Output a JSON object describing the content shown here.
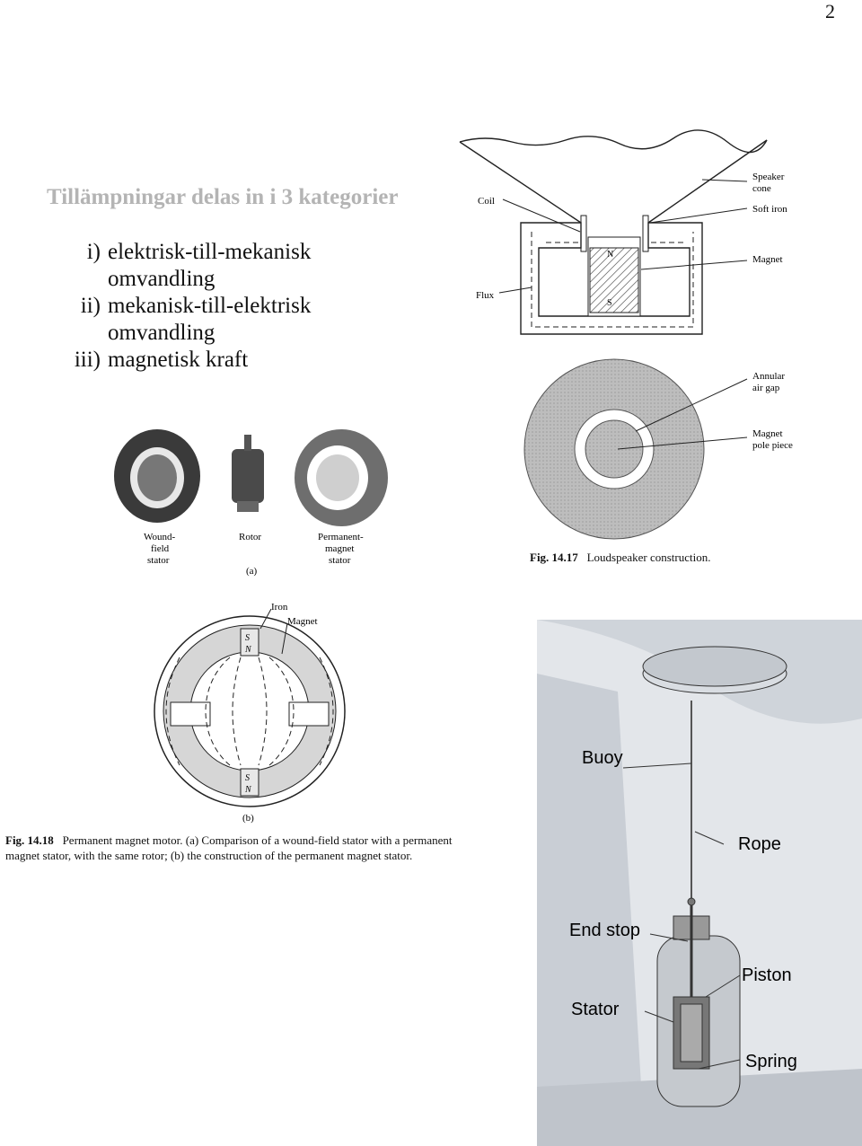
{
  "page": {
    "number": "2"
  },
  "heading": "Tillämpningar delas in i 3 kategorier",
  "categories": [
    {
      "num": "i)",
      "lines": [
        "elektrisk-till-mekanisk",
        "omvandling"
      ]
    },
    {
      "num": "ii)",
      "lines": [
        "mekanisk-till-elektrisk",
        "omvandling"
      ]
    },
    {
      "num": "iii)",
      "lines": [
        "magnetisk kraft"
      ]
    }
  ],
  "loudspeaker": {
    "labels": {
      "speaker_cone": [
        "Speaker",
        "cone"
      ],
      "soft_iron": "Soft iron",
      "coil": "Coil",
      "magnet": "Magnet",
      "flux": "Flux",
      "north": "N",
      "south": "S",
      "annular_air_gap": [
        "Annular",
        "air gap"
      ],
      "magnet_pole_piece": [
        "Magnet",
        "pole piece"
      ]
    },
    "caption": {
      "fig": "Fig. 14.17",
      "text": "Loudspeaker construction."
    }
  },
  "motor": {
    "photo_labels": {
      "wound_field_stator": [
        "Wound-",
        "field",
        "stator"
      ],
      "rotor": "Rotor",
      "pm_stator": [
        "Permanent-",
        "magnet",
        "stator"
      ],
      "part_a": "(a)"
    },
    "diagram_labels": {
      "iron": "Iron",
      "magnet": "Magnet",
      "s": "S",
      "n": "N",
      "part_b": "(b)"
    },
    "caption": {
      "fig": "Fig. 14.18",
      "line1": "Permanent magnet motor. (a) Comparison of a wound-field stator with a permanent",
      "line2": "magnet stator, with the same rotor; (b) the construction of the permanent magnet stator."
    }
  },
  "wave_energy": {
    "labels": {
      "buoy": "Buoy",
      "rope": "Rope",
      "end_stop": "End stop",
      "piston": "Piston",
      "stator": "Stator",
      "spring": "Spring"
    }
  }
}
